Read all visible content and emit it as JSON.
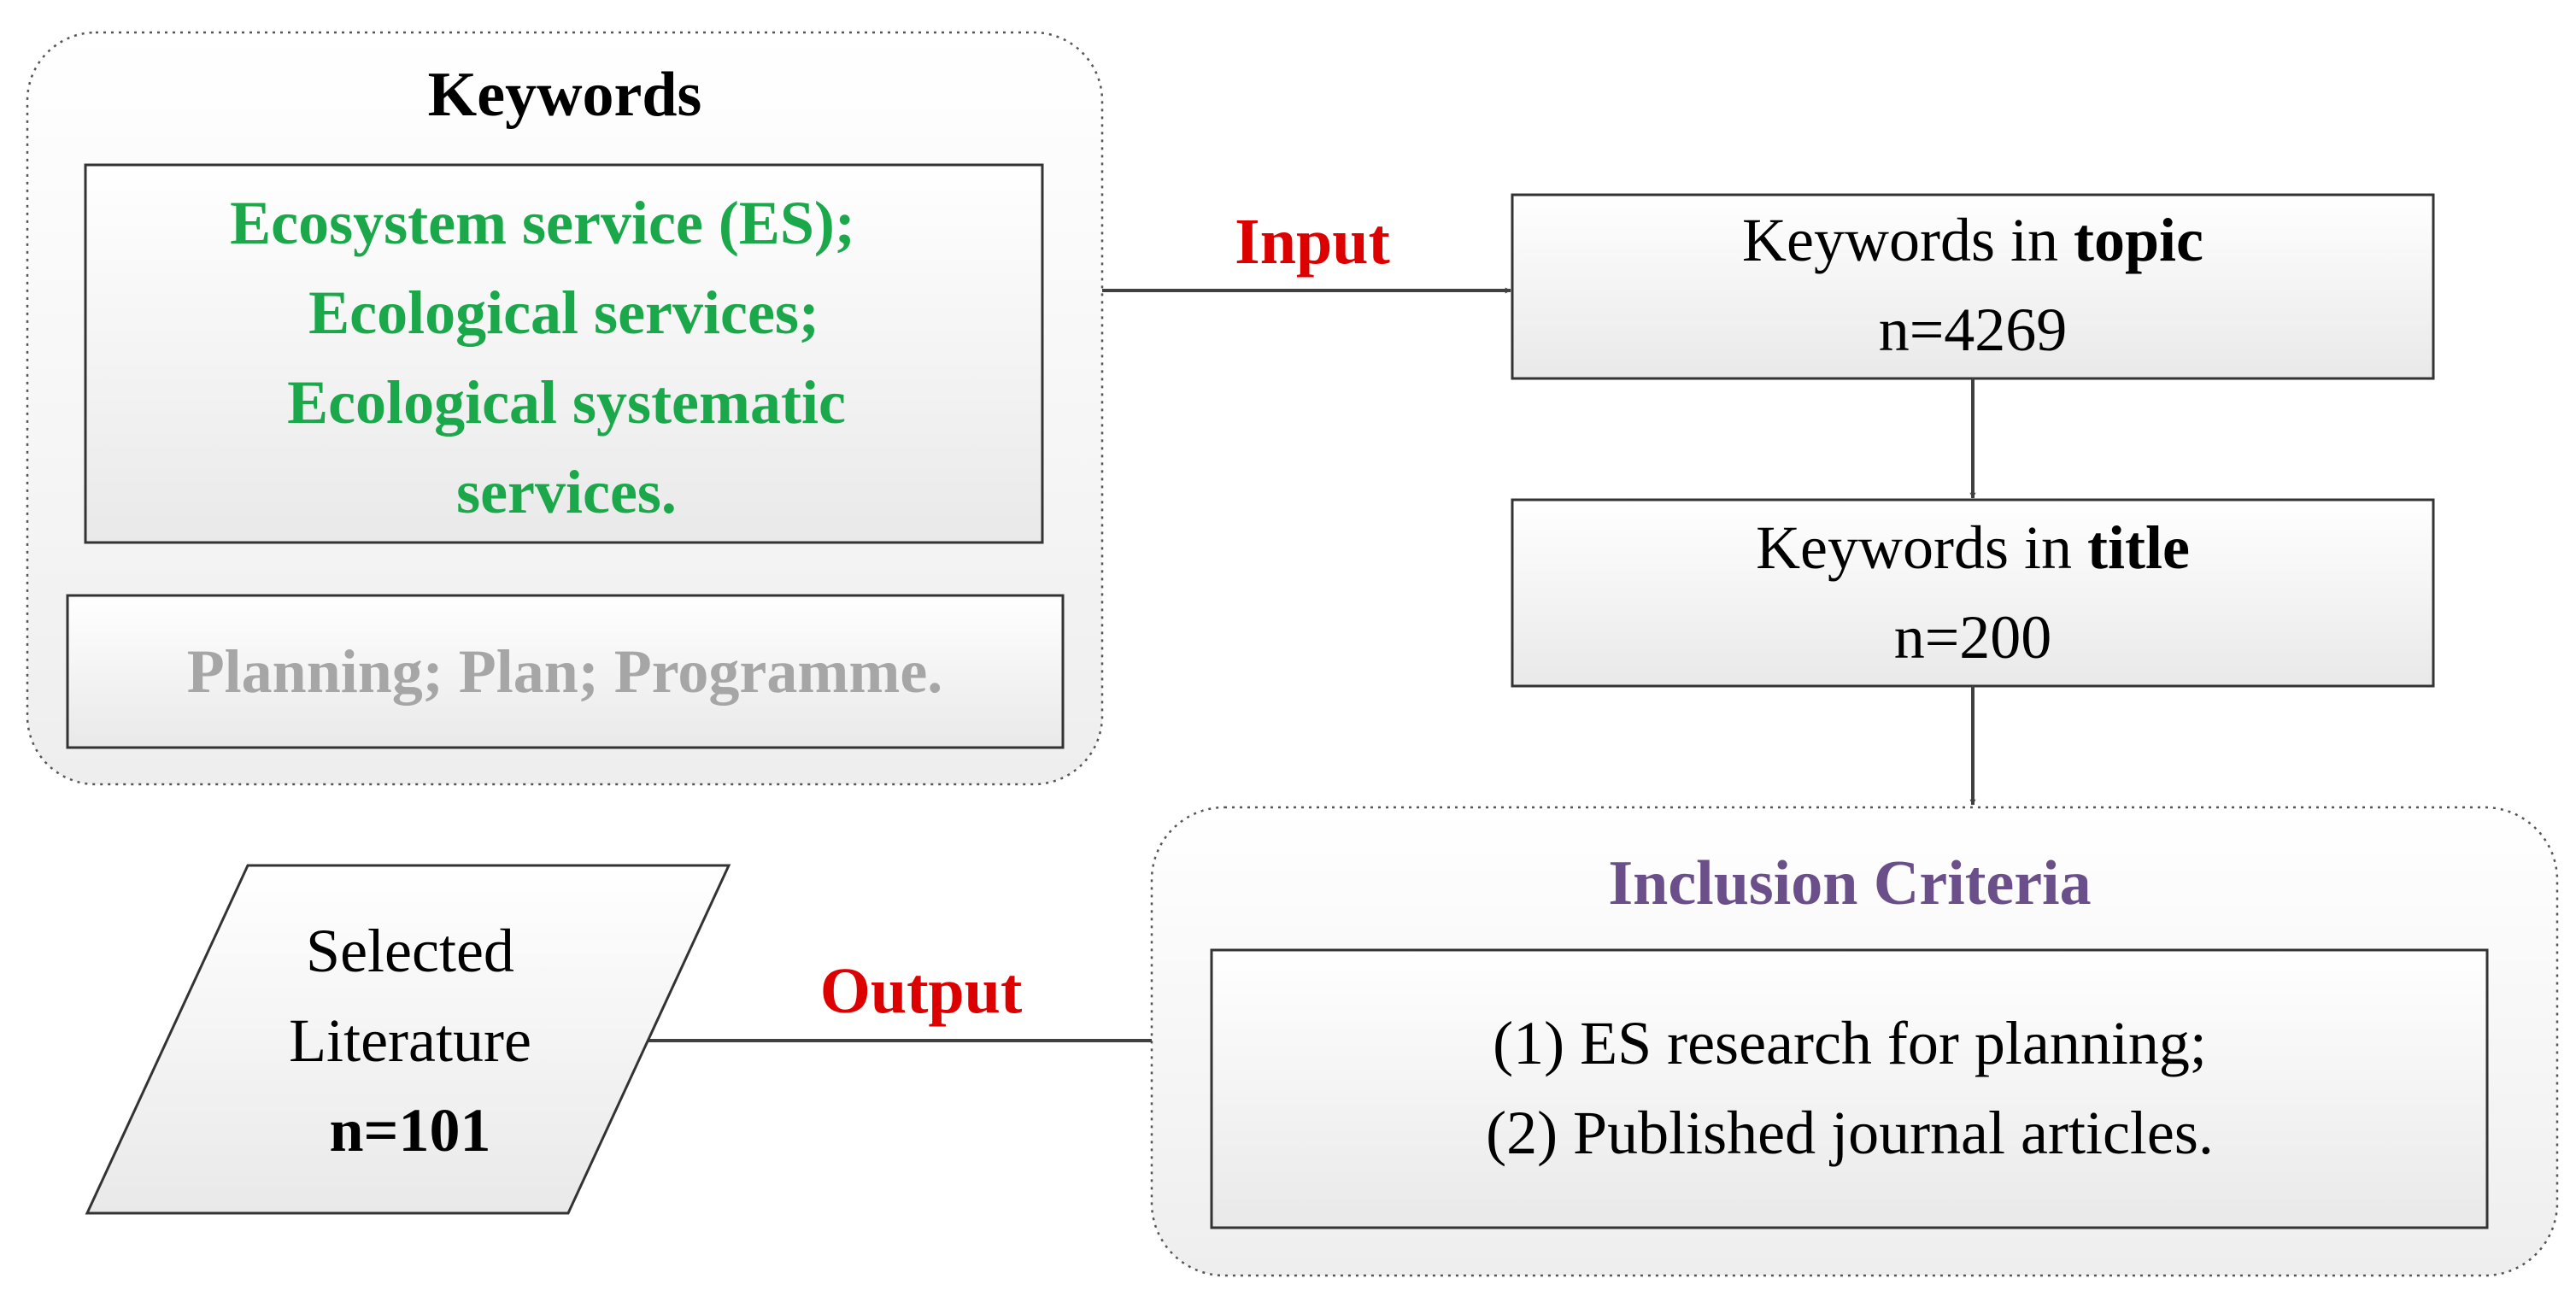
{
  "keywords_group": {
    "title": "Keywords",
    "ecosystem_terms": [
      "Ecosystem service (ES);",
      "Ecological services;",
      "Ecological systematic",
      "services."
    ],
    "planning_terms": "Planning; Plan; Programme."
  },
  "input_label": "Input",
  "topic_box": {
    "prefix": "Keywords in ",
    "emphasis": "topic",
    "count": "n=4269"
  },
  "title_box": {
    "prefix": "Keywords in ",
    "emphasis": "title",
    "count": "n=200"
  },
  "criteria_group": {
    "title": "Inclusion Criteria",
    "items": [
      "(1) ES  research for planning;",
      "(2) Published journal articles."
    ]
  },
  "output_label": "Output",
  "selected_box": {
    "line1": "Selected",
    "line2": "Literature",
    "count": "n=101"
  },
  "colors": {
    "green": "#1aa84a",
    "gray_text": "#a6a6a6",
    "red": "#dd0000",
    "purple": "#6b4f8a",
    "arrow": "#404040"
  }
}
